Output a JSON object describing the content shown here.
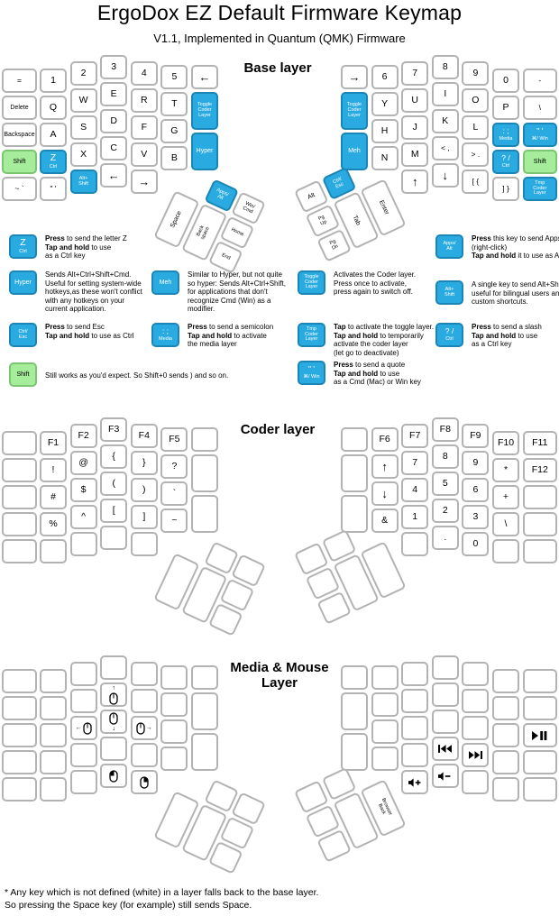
{
  "title": "ErgoDox EZ Default Firmware Keymap",
  "subtitle": "V1.1, Implemented in Quantum (QMK) Firmware",
  "footnote": [
    "* Any key which is not defined (white) in a layer falls back to the base layer.",
    "So pressing the Space key (for example) still sends Space."
  ],
  "colors": {
    "key_blue": "#29ABE2",
    "key_green": "#A5EC9B"
  },
  "layers": [
    {
      "name": "Base layer",
      "left": {
        "rows": [
          [
            {
              "t": "=",
              "s": "sym"
            },
            "1",
            "2",
            "3",
            "4",
            "5",
            {
              "t": "←",
              "s": "arrow"
            }
          ],
          [
            {
              "t": "Delete",
              "s": "sm"
            },
            "Q",
            "W",
            "E",
            "R",
            "T",
            {
              "t": "Toggle\nCoder\nLayer",
              "c": "blue",
              "s": "xs",
              "h": 1.5
            }
          ],
          [
            {
              "t": "Backspace",
              "s": "sm"
            },
            "A",
            "S",
            "D",
            "F",
            "G",
            {
              "t": "Hyper",
              "c": "blue",
              "s": "sm",
              "h": 1.5
            }
          ],
          [
            {
              "t": "Shift",
              "c": "green",
              "s": "sm"
            },
            {
              "t": "Z",
              "sub": "Ctrl",
              "c": "blue"
            },
            "X",
            "C",
            "V",
            "B"
          ],
          [
            {
              "t": "~ `",
              "s": "sym"
            },
            {
              "t": "\" '",
              "s": "sym"
            },
            {
              "t": "Alt+\nShift",
              "c": "blue",
              "s": "xs"
            },
            {
              "t": "←",
              "s": "arrow"
            },
            {
              "t": "→",
              "s": "arrow"
            }
          ]
        ],
        "thumb": [
          {
            "t": "Apps/\nAlt",
            "c": "blue",
            "s": "xs"
          },
          {
            "t": "Win/\nCmd",
            "s": "xs"
          },
          {
            "t": "Space",
            "s": "sm",
            "rot": 1
          },
          {
            "t": "Back\nspace",
            "s": "xs",
            "rot": 1
          },
          {
            "t": "Home",
            "s": "xs"
          },
          {
            "t": "End",
            "s": "xs"
          }
        ]
      },
      "right": {
        "rows": [
          [
            {
              "t": "→",
              "s": "arrow"
            },
            "6",
            "7",
            "8",
            "9",
            "0",
            {
              "t": "-",
              "s": "sym"
            }
          ],
          [
            {
              "t": "Toggle\nCoder\nLayer",
              "c": "blue",
              "s": "xs",
              "h": 1.5
            },
            "Y",
            "U",
            "I",
            "O",
            "P",
            {
              "t": "\\",
              "s": "sym"
            }
          ],
          [
            {
              "t": "Meh",
              "c": "blue",
              "s": "sm",
              "h": 1.5
            },
            "H",
            "J",
            "K",
            "L",
            {
              "t": ": ;",
              "sub": "Media",
              "c": "blue",
              "s": "sym"
            },
            {
              "t": "\" '",
              "sub": "⌘/ Win",
              "c": "blue",
              "s": "sym"
            }
          ],
          [
            "N",
            "M",
            {
              "t": "< ,",
              "s": "sym"
            },
            {
              "t": "> .",
              "s": "sym"
            },
            {
              "t": "? /",
              "sub": "Ctrl",
              "c": "blue",
              "s": "sym"
            },
            {
              "t": "Shift",
              "c": "green",
              "s": "sm"
            }
          ],
          [
            {
              "t": "↑",
              "s": "arrow"
            },
            {
              "t": "↓",
              "s": "arrow"
            },
            {
              "t": "[ {",
              "s": "sym"
            },
            {
              "t": "] }",
              "s": "sym"
            },
            {
              "t": "Tmp\nCoder\nLayer",
              "c": "blue",
              "s": "xs"
            }
          ]
        ],
        "thumb": [
          {
            "t": "Alt",
            "s": "sm"
          },
          {
            "t": "Ctrl/\nEsc",
            "c": "blue",
            "s": "xs"
          },
          {
            "t": "Pg\nUp",
            "s": "xs"
          },
          {
            "t": "Pg\nDn",
            "s": "xs"
          },
          {
            "t": "Tab",
            "s": "sm",
            "rot": 1
          },
          {
            "t": "Enter",
            "s": "sm",
            "rot": 1
          }
        ]
      }
    },
    {
      "name": "Coder layer",
      "left": {
        "rows": [
          [
            null,
            "F1",
            "F2",
            "F3",
            "F4",
            "F5",
            null
          ],
          [
            null,
            "!",
            "@",
            "{",
            "}",
            "?",
            {
              "h": 1.5
            }
          ],
          [
            null,
            "#",
            "$",
            "(",
            ")",
            "`",
            {
              "h": 1.5
            }
          ],
          [
            null,
            "%",
            "^",
            "[",
            "]",
            "~"
          ],
          [
            null,
            null,
            null,
            null,
            null
          ]
        ],
        "thumb": [
          null,
          null,
          null,
          null,
          null,
          null
        ]
      },
      "right": {
        "rows": [
          [
            null,
            "F6",
            "F7",
            "F8",
            "F9",
            "F10",
            "F11"
          ],
          [
            {
              "h": 1.5
            },
            {
              "t": "↑",
              "s": "arrow"
            },
            "7",
            "8",
            "9",
            "*",
            "F12"
          ],
          [
            {
              "h": 1.5
            },
            {
              "t": "↓",
              "s": "arrow"
            },
            "4",
            "5",
            "6",
            "+",
            null
          ],
          [
            "&",
            "1",
            "2",
            "3",
            "\\",
            null
          ],
          [
            null,
            ".",
            "0",
            null,
            null
          ]
        ],
        "thumb": [
          null,
          null,
          null,
          null,
          null,
          null
        ]
      }
    },
    {
      "name": "Media & Mouse\nLayer",
      "left": {
        "rows": [
          [
            null,
            null,
            null,
            null,
            null,
            null,
            null
          ],
          [
            null,
            null,
            null,
            {
              "icon": "mouse-up"
            },
            null,
            null,
            {
              "h": 1.5
            }
          ],
          [
            null,
            null,
            {
              "icon": "mouse-left"
            },
            {
              "icon": "mouse-down"
            },
            {
              "icon": "mouse-right"
            },
            null,
            {
              "h": 1.5
            }
          ],
          [
            null,
            null,
            null,
            null,
            null,
            null
          ],
          [
            null,
            null,
            null,
            {
              "icon": "mouse-button-left"
            },
            {
              "icon": "mouse-button-right"
            }
          ]
        ],
        "thumb": [
          null,
          null,
          null,
          null,
          null,
          null
        ]
      },
      "right": {
        "rows": [
          [
            null,
            null,
            null,
            null,
            null,
            null,
            null
          ],
          [
            {
              "h": 1.5
            },
            null,
            null,
            null,
            null,
            null,
            null
          ],
          [
            {
              "h": 1.5
            },
            null,
            null,
            null,
            null,
            null,
            {
              "icon": "play-pause"
            }
          ],
          [
            null,
            null,
            {
              "icon": "prev-track"
            },
            {
              "icon": "next-track"
            },
            null,
            null
          ],
          [
            {
              "icon": "volume-up"
            },
            {
              "icon": "volume-down"
            },
            null,
            null,
            null
          ]
        ],
        "thumb": [
          null,
          null,
          null,
          null,
          null,
          {
            "t": "Browser\nBack",
            "s": "xs",
            "rot": 1
          }
        ]
      }
    }
  ],
  "legend": [
    {
      "name": "z-ctrl",
      "key": {
        "t": "Z",
        "sub": "Ctrl",
        "c": "blue"
      },
      "text": "**Press** to send the letter Z\n**Tap and hold** to use\nas a Ctrl key"
    },
    {
      "name": "hyper",
      "key": {
        "t": "Hyper",
        "c": "blue",
        "s": "sm"
      },
      "text": "Sends Alt+Ctrl+Shift+Cmd.\nUseful for setting system-wide\nhotkeys,as these won't conflict\nwith any hotkeys on your\ncurrent application."
    },
    {
      "name": "ctrl-esc",
      "key": {
        "t": "Ctrl/\nEsc",
        "c": "blue",
        "s": "xs"
      },
      "text": "**Press** to send Esc\n**Tap and hold** to use as Ctrl"
    },
    {
      "name": "shift",
      "key": {
        "t": "Shift",
        "c": "green",
        "s": "sm"
      },
      "text": "Still works as you'd expect. So Shift+0 sends ) and so on."
    },
    {
      "name": "meh",
      "key": {
        "t": "Meh",
        "c": "blue",
        "s": "sm"
      },
      "text": "Similar to Hyper, but not quite\nso hyper: Sends Alt+Ctrl+Shift,\nfor applications that don't\nrecognize Cmd (Win) as a\nmodifier."
    },
    {
      "name": "semicolon-media",
      "key": {
        "t": ": ;",
        "sub": "Media",
        "c": "blue",
        "s": "sym"
      },
      "text": "**Press** to send a semicolon\n**Tap and hold** to activate\nthe media layer"
    },
    {
      "name": "toggle-coder-layer",
      "key": {
        "t": "Toggle\nCoder\nLayer",
        "c": "blue",
        "s": "xs"
      },
      "text": "Activates the Coder layer.\nPress once to activate,\npress again to switch off."
    },
    {
      "name": "tmp-coder-layer",
      "key": {
        "t": "Tmp\nCoder\nLayer",
        "c": "blue",
        "s": "xs"
      },
      "text": "**Tap** to activate the toggle layer.\n**Tap and hold** to temporarily\nactivate the coder layer\n(let go to deactivate)"
    },
    {
      "name": "quote-cmd-win",
      "key": {
        "t": "\" '",
        "sub": "⌘/ Win",
        "c": "blue",
        "s": "sym"
      },
      "text": "**Press** to send a quote\n**Tap and hold** to use\nas a Cmd (Mac) or Win key"
    },
    {
      "name": "apps-alt",
      "key": {
        "t": "Apps/\nAlt",
        "c": "blue",
        "s": "xs"
      },
      "text": "**Press** this key to send Apps\n(right-click)\n**Tap and hold** it to use as Alt"
    },
    {
      "name": "alt-shift",
      "key": {
        "t": "Alt+\nShift",
        "c": "blue",
        "s": "xs"
      },
      "text": "A single key to send Alt+Shift\nuseful for bilingual users and\ncustom shortcuts."
    },
    {
      "name": "slash-ctrl",
      "key": {
        "t": "? /",
        "sub": "Ctrl",
        "c": "blue",
        "s": "sym"
      },
      "text": "**Press** to send a slash\n**Tap and hold** to use\nas a Ctrl key"
    }
  ]
}
